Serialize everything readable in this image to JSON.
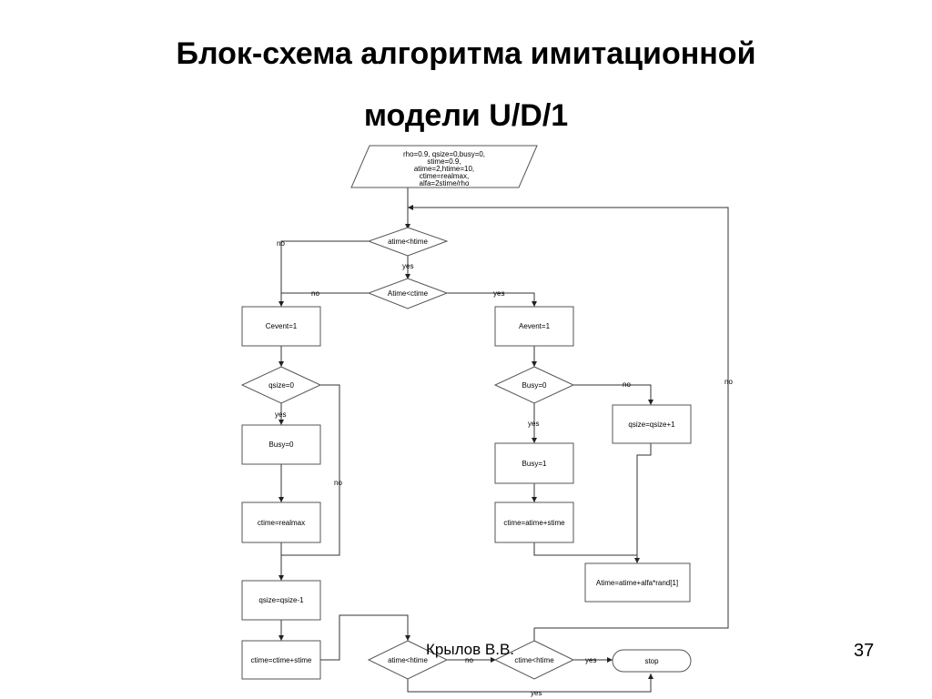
{
  "slide": {
    "title_line1": "Блок-схема алгоритма имитационной",
    "title_line2": "модели U/D/1",
    "author": "Крылов В.В.",
    "page_number": "37"
  },
  "flowchart": {
    "input": [
      "rho=0.9, qsize=0,busy=0,",
      "stime=0.9,",
      "atime=2,htime=10,",
      "ctime=realmax,",
      "alfa=2stime/rho"
    ],
    "decision1": "atime<htime",
    "decision2": "Atime<ctime",
    "cevent": "Cevent=1",
    "aevent": "Aevent=1",
    "cond_qsize": "qsize=0",
    "cond_busy": "Busy=0",
    "busy_zero": "Busy=0",
    "busy_one": "Busy=1",
    "qsize_inc": "qsize=qsize+1",
    "ctime_realmax": "ctime=realmax",
    "ctime_atime": "ctime=atime+stime",
    "atime_update": "Atime=atime+alfa*rand[1]",
    "qsize_dec": "qsize=qsize-1",
    "ctime_ctime": "ctime=ctime+stime",
    "decision3": "atime<htime",
    "decision4": "ctime<htime",
    "stop": "stop",
    "labels": {
      "no": "no",
      "yes": "yes"
    }
  }
}
